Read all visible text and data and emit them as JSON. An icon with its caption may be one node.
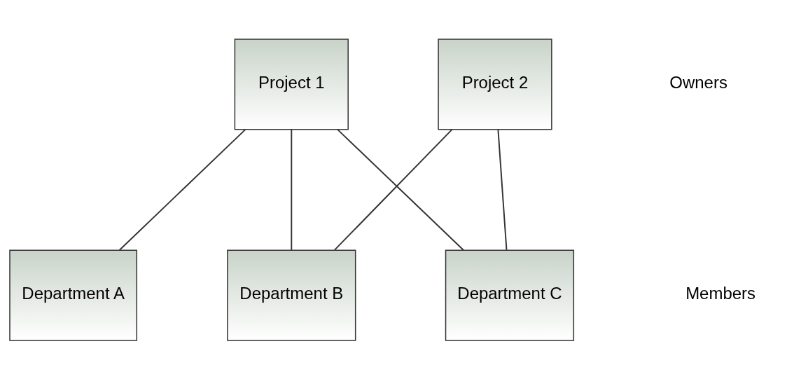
{
  "diagram": {
    "nodes": [
      {
        "text": [
          "Project 1"
        ]
      },
      {
        "text": [
          "Project 2"
        ]
      },
      {
        "text": [
          "Department A"
        ]
      },
      {
        "text": [
          "Department B"
        ]
      },
      {
        "text": [
          "Department C"
        ]
      }
    ],
    "edges": [
      {
        "from": 0,
        "to": 2,
        "arrow": "none"
      },
      {
        "from": 0,
        "to": 3,
        "arrow": "none"
      },
      {
        "from": 0,
        "to": 4,
        "arrow": "none"
      },
      {
        "from": 1,
        "to": 3,
        "arrow": "none"
      },
      {
        "from": 1,
        "to": 4,
        "arrow": "none"
      }
    ],
    "labels": [
      "Owners",
      "Members"
    ]
  }
}
